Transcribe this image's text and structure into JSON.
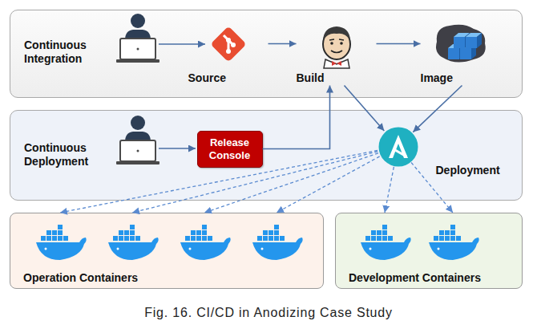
{
  "diagram": {
    "caption": "Fig. 16. CI/CD in Anodizing Case Study",
    "nodes": [
      {
        "text": [
          "Continuous Integration"
        ]
      },
      {
        "text": [
          "Source"
        ],
        "in": 0
      },
      {
        "text": [
          "Build"
        ],
        "in": 0
      },
      {
        "text": [
          "Image"
        ],
        "in": 0
      },
      {
        "text": [
          "Continuous Deployment"
        ]
      },
      {
        "text": [
          "Release Console"
        ],
        "in": 4
      },
      {
        "text": [
          "Deployment"
        ],
        "in": 4
      },
      {
        "text": [
          "Operation Containers"
        ]
      },
      {
        "text": [
          "Development Containers"
        ]
      }
    ],
    "edges": [
      {
        "from": 1,
        "to": 2,
        "arrow": "to"
      },
      {
        "from": 2,
        "to": 3,
        "arrow": "to"
      },
      {
        "from": 2,
        "to": 6,
        "arrow": "to"
      },
      {
        "from": 3,
        "to": 6,
        "arrow": "to"
      },
      {
        "from": 5,
        "to": 2,
        "arrow": "to"
      },
      {
        "from": 6,
        "to": 7,
        "arrow": "to"
      },
      {
        "from": 6,
        "to": 7,
        "arrow": "to"
      },
      {
        "from": 6,
        "to": 7,
        "arrow": "to"
      },
      {
        "from": 6,
        "to": 7,
        "arrow": "to"
      },
      {
        "from": 6,
        "to": 8,
        "arrow": "to"
      },
      {
        "from": 6,
        "to": 8,
        "arrow": "to"
      }
    ]
  }
}
